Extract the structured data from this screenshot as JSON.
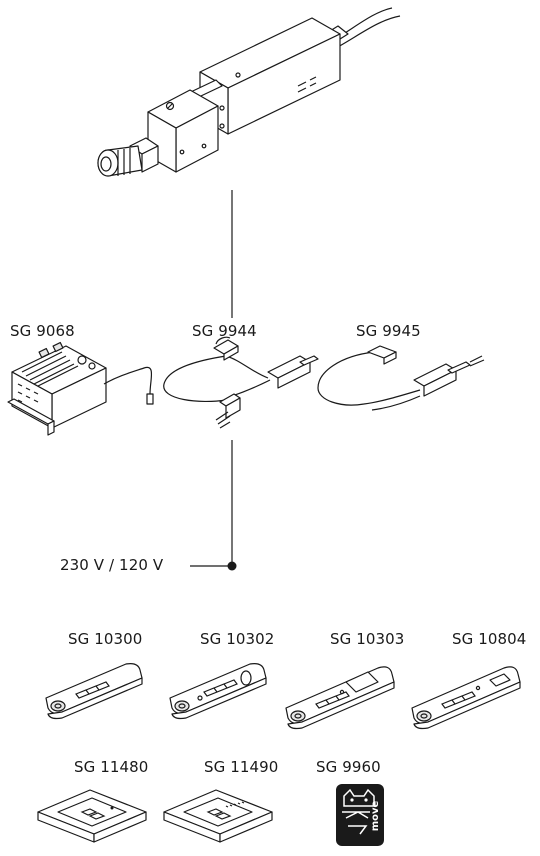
{
  "labels": {
    "sg9068": "SG 9068",
    "sg9944": "SG 9944",
    "sg9945": "SG 9945",
    "power": "230 V / 120 V",
    "sg10300": "SG 10300",
    "sg10302": "SG 10302",
    "sg10303": "SG 10303",
    "sg10804": "SG 10804",
    "sg11480": "SG 11480",
    "sg11490": "SG 11490",
    "sg9960": "SG 9960"
  },
  "app_logo_text": "move",
  "colors": {
    "line": "#1a1a1a",
    "background": "#ffffff",
    "logo": "#1a1a1a"
  },
  "icons": [
    "chain-actuator-icon",
    "control-unit-icon",
    "adapter-cable-icon",
    "cable-icon",
    "remote-control-icon",
    "wall-switch-icon",
    "app-logo-icon"
  ]
}
